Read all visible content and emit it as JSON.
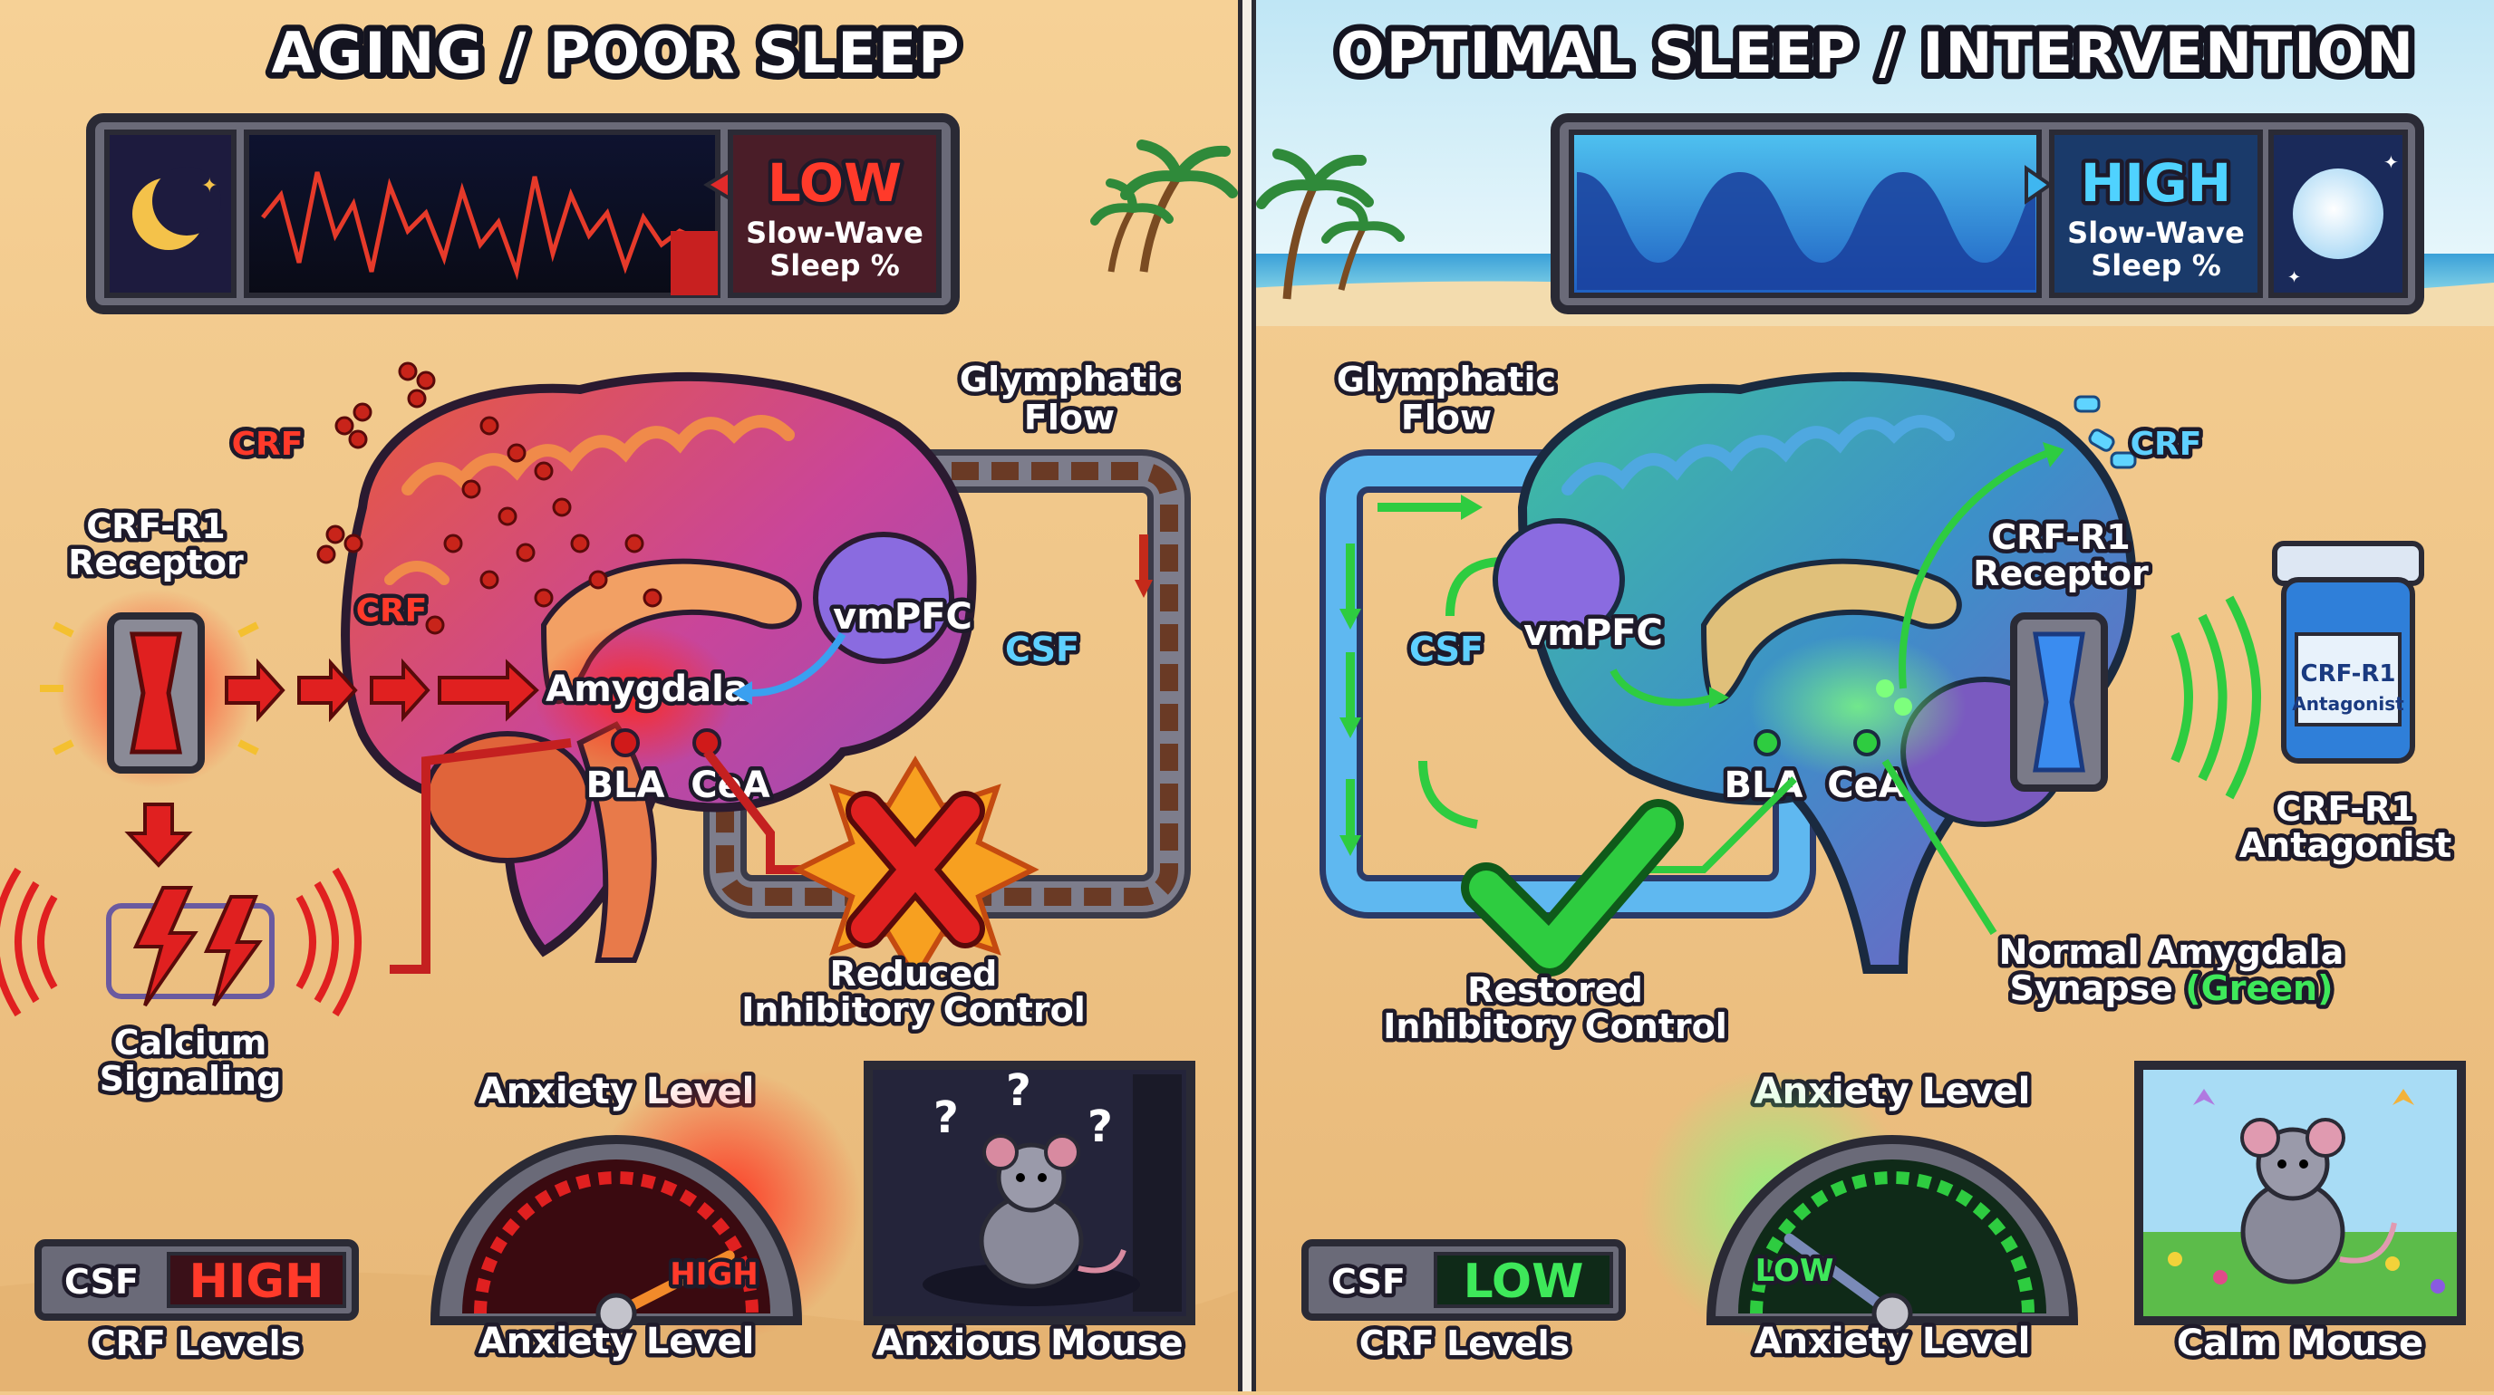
{
  "left": {
    "title": "AGING / POOR SLEEP",
    "sleep_level": "LOW",
    "sleep_caption_1": "Slow-Wave",
    "sleep_caption_2": "Sleep %",
    "crf_label_top": "CRF",
    "crf_label_mid": "CRF",
    "receptor_1": "CRF-R1",
    "receptor_2": "Receptor",
    "amygdala": "Amygdala",
    "vmpfc": "vmPFC",
    "bla": "BLA",
    "cea": "CeA",
    "glymphatic_1": "Glymphatic",
    "glymphatic_2": "Flow",
    "csf": "CSF",
    "reduced_1": "Reduced",
    "reduced_2": "Inhibitory Control",
    "calcium_1": "Calcium",
    "calcium_2": "Signaling",
    "gauge_title": "Anxiety Level",
    "gauge_value": "HIGH",
    "gauge_caption": "Anxiety Level",
    "csf_box_label": "CSF",
    "csf_box_value": "HIGH",
    "csf_box_caption": "CRF Levels",
    "mouse_caption": "Anxious Mouse"
  },
  "right": {
    "title": "OPTIMAL SLEEP / INTERVENTION",
    "sleep_level": "HIGH",
    "sleep_caption_1": "Slow-Wave",
    "sleep_caption_2": "Sleep %",
    "glymphatic_1": "Glymphatic",
    "glymphatic_2": "Flow",
    "csf": "CSF",
    "vmpfc": "vmPFC",
    "crf": "CRF",
    "receptor_1": "CRF-R1",
    "receptor_2": "Receptor",
    "bla": "BLA",
    "cea": "CeA",
    "bottle_1": "CRF-R1",
    "bottle_2": "Antagonist",
    "antagonist_1": "CRF-R1",
    "antagonist_2": "Antagonist",
    "restored_1": "Restored",
    "restored_2": "Inhibitory Control",
    "normal_1": "Normal Amygdala",
    "normal_2_text": "Synapse",
    "normal_2_paren": "(Green)",
    "gauge_title": "Anxiety Level",
    "gauge_value": "LOW",
    "gauge_caption": "Anxiety Level",
    "csf_box_label": "CSF",
    "csf_box_value": "LOW",
    "csf_box_caption": "CRF Levels",
    "mouse_caption": "Calm Mouse"
  },
  "colors": {
    "bad": "#e02a2a",
    "good": "#2ecc40",
    "water": "#2f7fd9",
    "sand": "#f2c98a"
  },
  "levels": {
    "left_anxiety": 0.85,
    "right_anxiety": 0.2
  }
}
